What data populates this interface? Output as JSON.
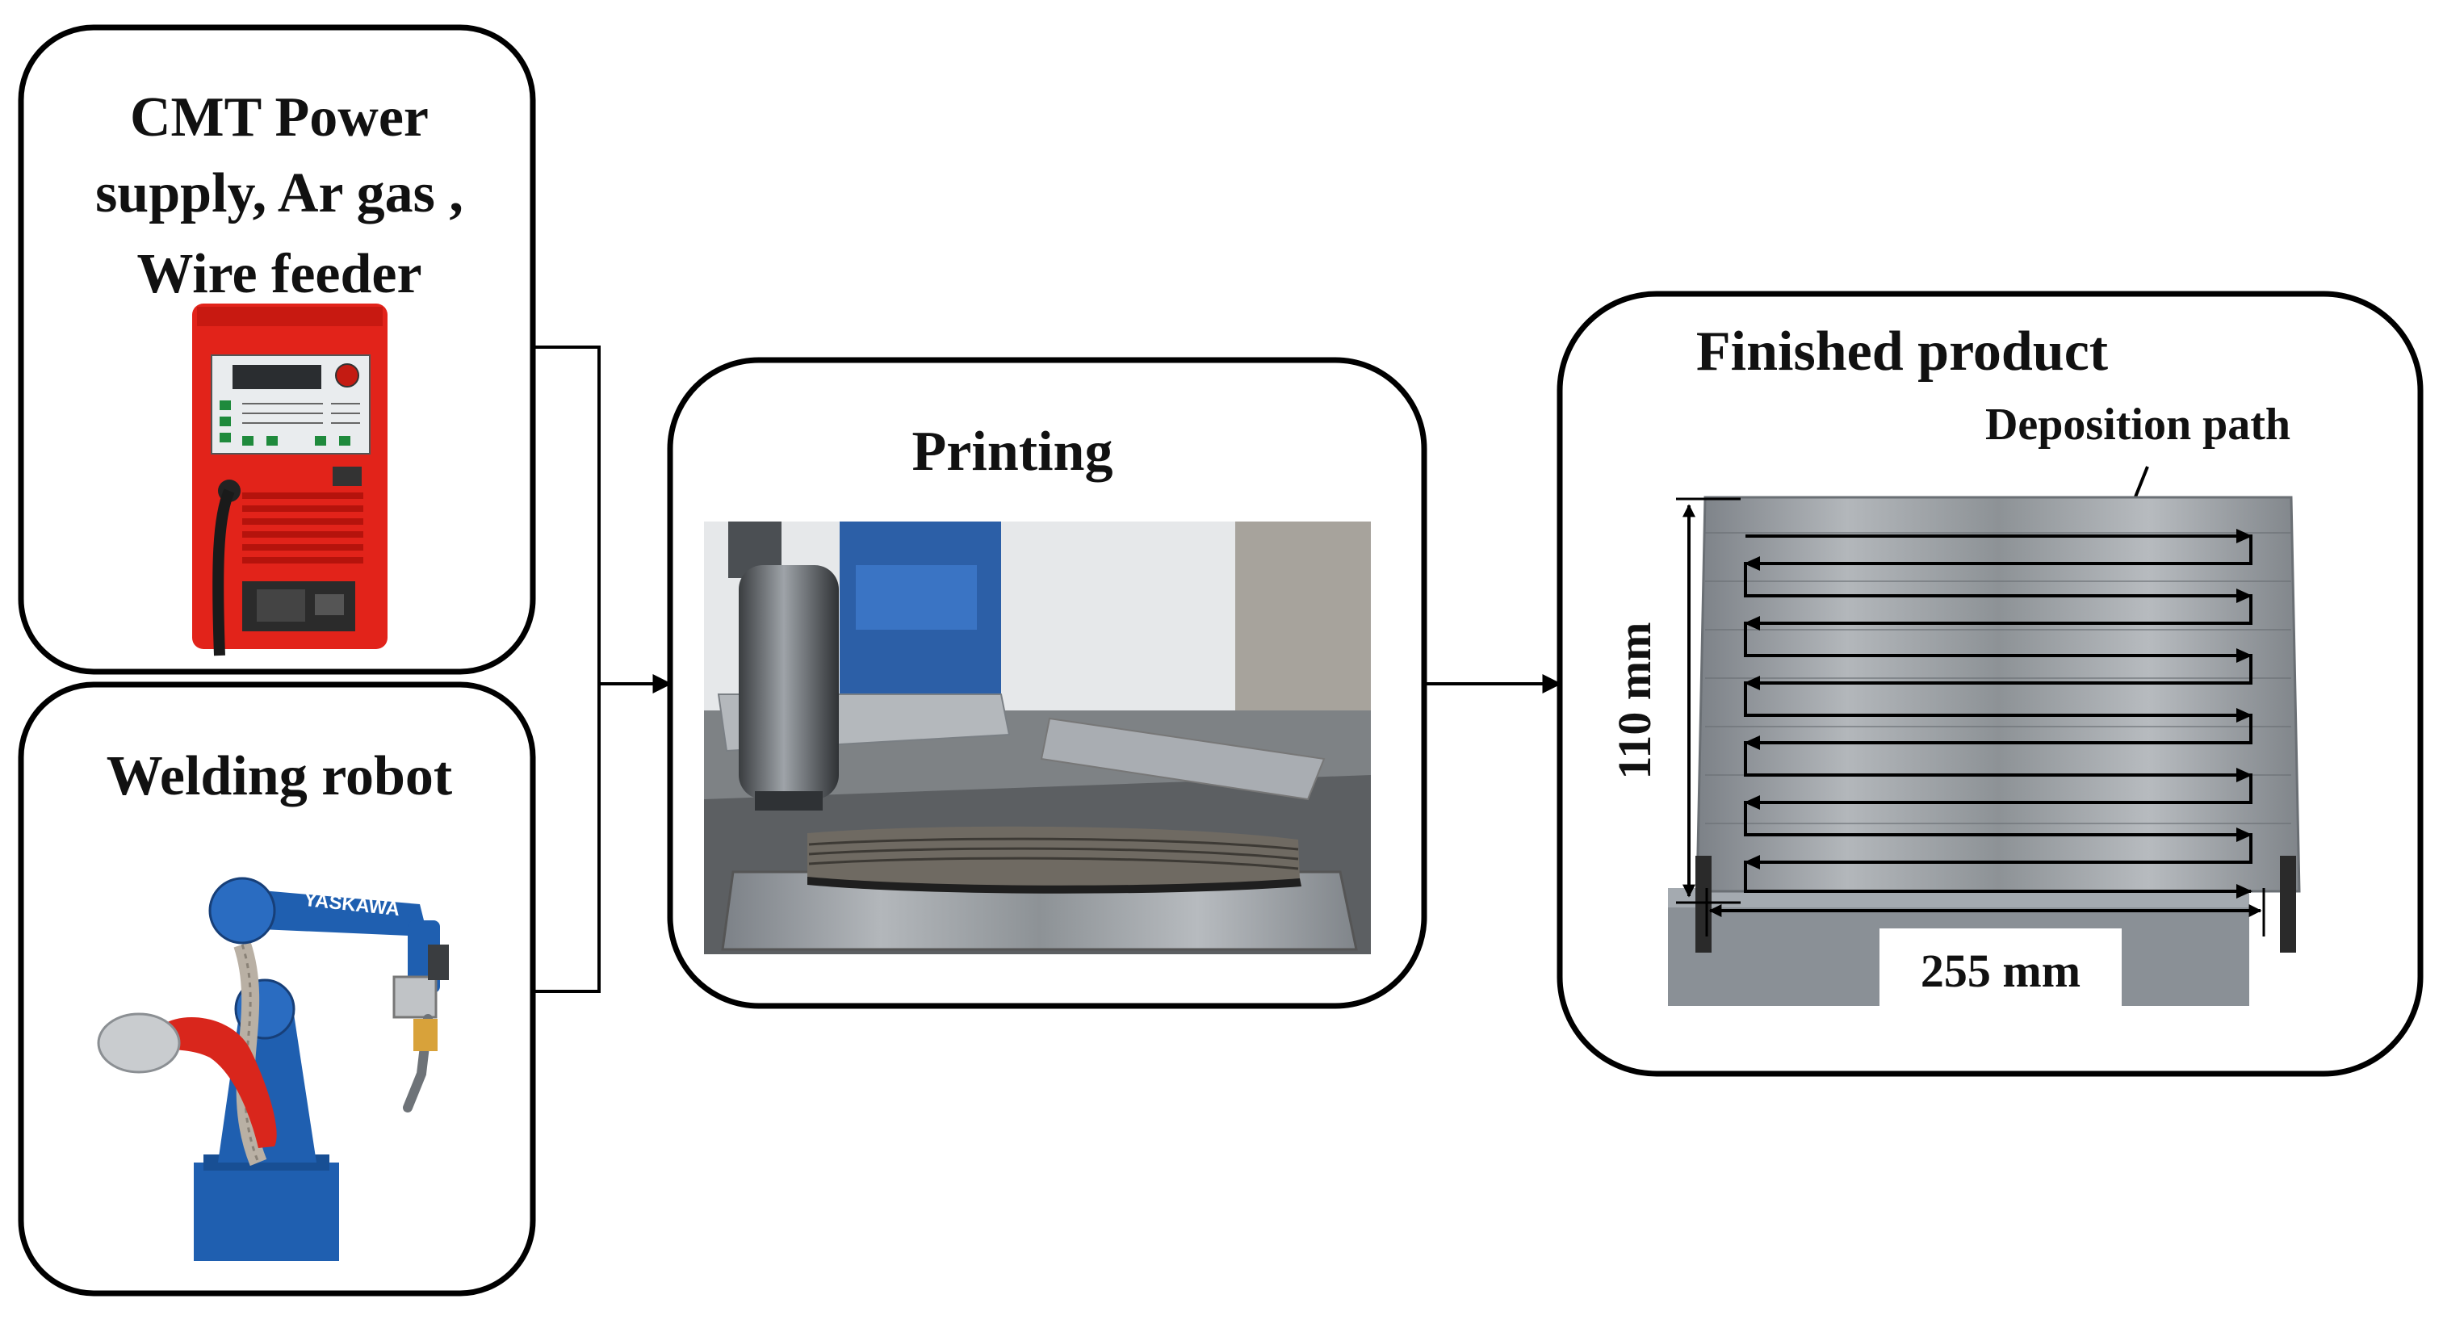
{
  "boxes": {
    "power": {
      "lines": [
        "CMT Power",
        "supply, Ar gas ,",
        "Wire feeder"
      ]
    },
    "robot": {
      "title": "Welding robot",
      "brand": "YASKAWA"
    },
    "printing": {
      "title": "Printing"
    },
    "finished": {
      "title": "Finished product",
      "path_label": "Deposition path",
      "height_label": "110 mm",
      "width_label": "255 mm"
    }
  },
  "colors": {
    "machine_red": "#e2231a",
    "robot_blue": "#1f5fb0",
    "steel": "#9aa0a6"
  }
}
